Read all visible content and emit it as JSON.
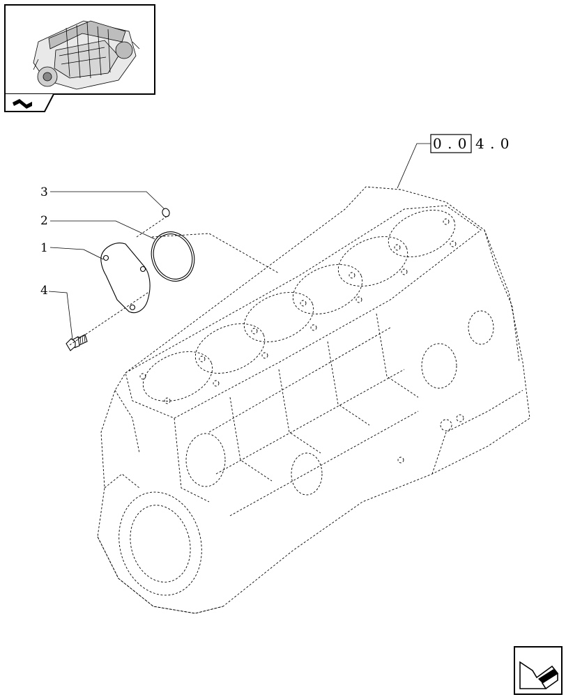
{
  "section_ref": {
    "boxed_part": "0 . 0",
    "rest": "4 . 0"
  },
  "callouts": [
    {
      "id": "1",
      "label": "1"
    },
    {
      "id": "2",
      "label": "2"
    },
    {
      "id": "3",
      "label": "3"
    },
    {
      "id": "4",
      "label": "4"
    }
  ],
  "icons": {
    "thumbnail": "engine-thumbnail-icon",
    "thumbnail_tab": "arrow-tab-icon",
    "next_page": "next-page-arrow-icon"
  }
}
